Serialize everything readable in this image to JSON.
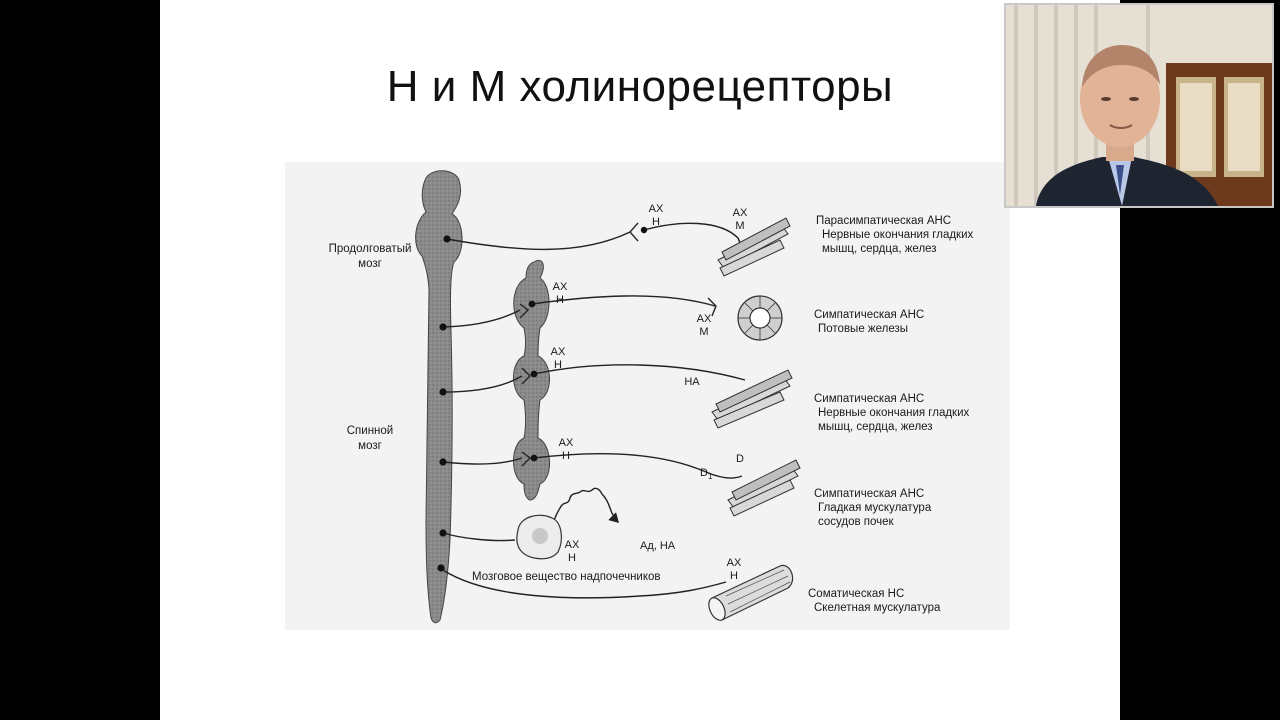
{
  "slide": {
    "title": "Н и М холинорецепторы"
  },
  "diagram": {
    "brain_labels": {
      "medulla": [
        "Продолговатый",
        "мозг"
      ],
      "spinal": [
        "Спинной",
        "мозг"
      ]
    },
    "rows": [
      {
        "pre_code": [
          "АХ",
          "Н"
        ],
        "post_code": [
          "АХ",
          "М"
        ],
        "desc": [
          "Парасимпатическая АНС",
          "Нервные окончания гладких",
          "мышц, сердца, желез"
        ]
      },
      {
        "pre_code": [
          "АХ",
          "Н"
        ],
        "post_code": [
          "АХ",
          "М"
        ],
        "desc": [
          "Симпатическая АНС",
          "Потовые железы"
        ]
      },
      {
        "pre_code": [
          "АХ",
          "Н"
        ],
        "post_code": [
          "НА"
        ],
        "desc": [
          "Симпатическая АНС",
          "Нервные окончания гладких",
          "мышц, сердца, желез"
        ]
      },
      {
        "pre_code": [
          "АХ",
          "Н"
        ],
        "post_code": [
          "D"
        ],
        "post_code2": "D",
        "post_code2_sub": "1",
        "desc": [
          "Симпатическая АНС",
          "Гладкая мускулатура",
          "сосудов почек"
        ]
      },
      {
        "pre_code": [
          "АХ",
          "Н"
        ],
        "release": "Ад, НА",
        "label": "Мозговое вещество надпочечников"
      },
      {
        "post_code": [
          "АХ",
          "Н"
        ],
        "desc": [
          "Соматическая  НС",
          "Скелетная мускулатура"
        ]
      }
    ]
  },
  "webcam": {
    "icon": "person-video-feed"
  }
}
